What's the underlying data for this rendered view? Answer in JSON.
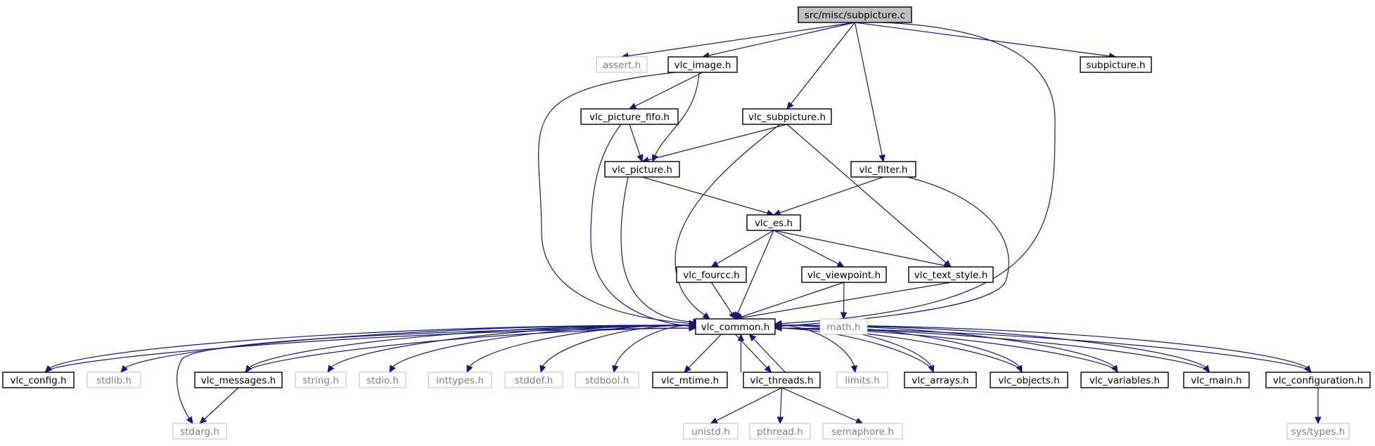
{
  "colors": {
    "edge": "#191970",
    "root_fill": "#bfbfbf",
    "local_border": "#000000",
    "system_border": "#bfbfbf",
    "system_text": "#7f7f7f"
  },
  "nodes": [
    {
      "id": "subpicture_c",
      "label": "src/misc/subpicture.c",
      "kind": "root"
    },
    {
      "id": "assert_h",
      "label": "assert.h",
      "kind": "system"
    },
    {
      "id": "vlc_image_h",
      "label": "vlc_image.h",
      "kind": "local"
    },
    {
      "id": "subpicture_h",
      "label": "subpicture.h",
      "kind": "local"
    },
    {
      "id": "vlc_picture_fifo_h",
      "label": "vlc_picture_fifo.h",
      "kind": "local"
    },
    {
      "id": "vlc_subpicture_h",
      "label": "vlc_subpicture.h",
      "kind": "local"
    },
    {
      "id": "vlc_picture_h",
      "label": "vlc_picture.h",
      "kind": "local"
    },
    {
      "id": "vlc_filter_h",
      "label": "vlc_filter.h",
      "kind": "local"
    },
    {
      "id": "vlc_es_h",
      "label": "vlc_es.h",
      "kind": "local"
    },
    {
      "id": "vlc_fourcc_h",
      "label": "vlc_fourcc.h",
      "kind": "local"
    },
    {
      "id": "vlc_viewpoint_h",
      "label": "vlc_viewpoint.h",
      "kind": "local"
    },
    {
      "id": "vlc_text_style_h",
      "label": "vlc_text_style.h",
      "kind": "local"
    },
    {
      "id": "vlc_common_h",
      "label": "vlc_common.h",
      "kind": "local"
    },
    {
      "id": "math_h",
      "label": "math.h",
      "kind": "system"
    },
    {
      "id": "vlc_config_h",
      "label": "vlc_config.h",
      "kind": "local"
    },
    {
      "id": "stdlib_h",
      "label": "stdlib.h",
      "kind": "system"
    },
    {
      "id": "vlc_messages_h",
      "label": "vlc_messages.h",
      "kind": "local"
    },
    {
      "id": "string_h",
      "label": "string.h",
      "kind": "system"
    },
    {
      "id": "stdio_h",
      "label": "stdio.h",
      "kind": "system"
    },
    {
      "id": "inttypes_h",
      "label": "inttypes.h",
      "kind": "system"
    },
    {
      "id": "stddef_h",
      "label": "stddef.h",
      "kind": "system"
    },
    {
      "id": "stdbool_h",
      "label": "stdbool.h",
      "kind": "system"
    },
    {
      "id": "vlc_mtime_h",
      "label": "vlc_mtime.h",
      "kind": "local"
    },
    {
      "id": "vlc_threads_h",
      "label": "vlc_threads.h",
      "kind": "local"
    },
    {
      "id": "limits_h",
      "label": "limits.h",
      "kind": "system"
    },
    {
      "id": "vlc_arrays_h",
      "label": "vlc_arrays.h",
      "kind": "local"
    },
    {
      "id": "vlc_objects_h",
      "label": "vlc_objects.h",
      "kind": "local"
    },
    {
      "id": "vlc_variables_h",
      "label": "vlc_variables.h",
      "kind": "local"
    },
    {
      "id": "vlc_main_h",
      "label": "vlc_main.h",
      "kind": "local"
    },
    {
      "id": "vlc_configuration_h",
      "label": "vlc_configuration.h",
      "kind": "local"
    },
    {
      "id": "stdarg_h",
      "label": "stdarg.h",
      "kind": "system"
    },
    {
      "id": "unistd_h",
      "label": "unistd.h",
      "kind": "system"
    },
    {
      "id": "pthread_h",
      "label": "pthread.h",
      "kind": "system"
    },
    {
      "id": "semaphore_h",
      "label": "semaphore.h",
      "kind": "system"
    },
    {
      "id": "sys_types_h",
      "label": "sys/types.h",
      "kind": "system"
    }
  ],
  "edges": [
    {
      "from": "subpicture_c",
      "to": "assert_h"
    },
    {
      "from": "subpicture_c",
      "to": "vlc_image_h"
    },
    {
      "from": "subpicture_c",
      "to": "vlc_subpicture_h"
    },
    {
      "from": "subpicture_c",
      "to": "vlc_filter_h"
    },
    {
      "from": "subpicture_c",
      "to": "vlc_common_h"
    },
    {
      "from": "subpicture_c",
      "to": "subpicture_h"
    },
    {
      "from": "vlc_image_h",
      "to": "vlc_picture_fifo_h"
    },
    {
      "from": "vlc_image_h",
      "to": "vlc_picture_h"
    },
    {
      "from": "vlc_image_h",
      "to": "vlc_common_h"
    },
    {
      "from": "vlc_picture_fifo_h",
      "to": "vlc_picture_h"
    },
    {
      "from": "vlc_picture_fifo_h",
      "to": "vlc_common_h"
    },
    {
      "from": "vlc_subpicture_h",
      "to": "vlc_picture_h"
    },
    {
      "from": "vlc_subpicture_h",
      "to": "vlc_common_h"
    },
    {
      "from": "vlc_subpicture_h",
      "to": "vlc_text_style_h"
    },
    {
      "from": "vlc_picture_h",
      "to": "vlc_es_h"
    },
    {
      "from": "vlc_picture_h",
      "to": "vlc_common_h"
    },
    {
      "from": "vlc_filter_h",
      "to": "vlc_es_h"
    },
    {
      "from": "vlc_filter_h",
      "to": "vlc_common_h"
    },
    {
      "from": "vlc_es_h",
      "to": "vlc_fourcc_h"
    },
    {
      "from": "vlc_es_h",
      "to": "vlc_viewpoint_h"
    },
    {
      "from": "vlc_es_h",
      "to": "vlc_text_style_h"
    },
    {
      "from": "vlc_es_h",
      "to": "vlc_common_h"
    },
    {
      "from": "vlc_fourcc_h",
      "to": "vlc_common_h"
    },
    {
      "from": "vlc_viewpoint_h",
      "to": "vlc_common_h"
    },
    {
      "from": "vlc_viewpoint_h",
      "to": "math_h"
    },
    {
      "from": "vlc_text_style_h",
      "to": "vlc_common_h"
    },
    {
      "from": "vlc_common_h",
      "to": "vlc_config_h"
    },
    {
      "from": "vlc_common_h",
      "to": "stdlib_h"
    },
    {
      "from": "vlc_common_h",
      "to": "vlc_messages_h"
    },
    {
      "from": "vlc_common_h",
      "to": "string_h"
    },
    {
      "from": "vlc_common_h",
      "to": "stdio_h"
    },
    {
      "from": "vlc_common_h",
      "to": "inttypes_h"
    },
    {
      "from": "vlc_common_h",
      "to": "stddef_h"
    },
    {
      "from": "vlc_common_h",
      "to": "stdbool_h"
    },
    {
      "from": "vlc_common_h",
      "to": "vlc_mtime_h"
    },
    {
      "from": "vlc_common_h",
      "to": "vlc_threads_h"
    },
    {
      "from": "vlc_common_h",
      "to": "limits_h"
    },
    {
      "from": "vlc_common_h",
      "to": "vlc_arrays_h"
    },
    {
      "from": "vlc_common_h",
      "to": "vlc_objects_h"
    },
    {
      "from": "vlc_common_h",
      "to": "vlc_variables_h"
    },
    {
      "from": "vlc_common_h",
      "to": "vlc_main_h"
    },
    {
      "from": "vlc_common_h",
      "to": "vlc_configuration_h"
    },
    {
      "from": "vlc_common_h",
      "to": "stdarg_h"
    },
    {
      "from": "vlc_config_h",
      "to": "vlc_common_h"
    },
    {
      "from": "vlc_messages_h",
      "to": "vlc_common_h"
    },
    {
      "from": "vlc_messages_h",
      "to": "stdarg_h"
    },
    {
      "from": "vlc_mtime_h",
      "to": "vlc_common_h"
    },
    {
      "from": "vlc_threads_h",
      "to": "vlc_common_h"
    },
    {
      "from": "vlc_threads_h",
      "to": "unistd_h"
    },
    {
      "from": "vlc_threads_h",
      "to": "pthread_h"
    },
    {
      "from": "vlc_threads_h",
      "to": "semaphore_h"
    },
    {
      "from": "vlc_arrays_h",
      "to": "vlc_common_h"
    },
    {
      "from": "vlc_objects_h",
      "to": "vlc_common_h"
    },
    {
      "from": "vlc_variables_h",
      "to": "vlc_common_h"
    },
    {
      "from": "vlc_main_h",
      "to": "vlc_common_h"
    },
    {
      "from": "vlc_configuration_h",
      "to": "vlc_common_h"
    },
    {
      "from": "vlc_configuration_h",
      "to": "sys_types_h"
    }
  ]
}
